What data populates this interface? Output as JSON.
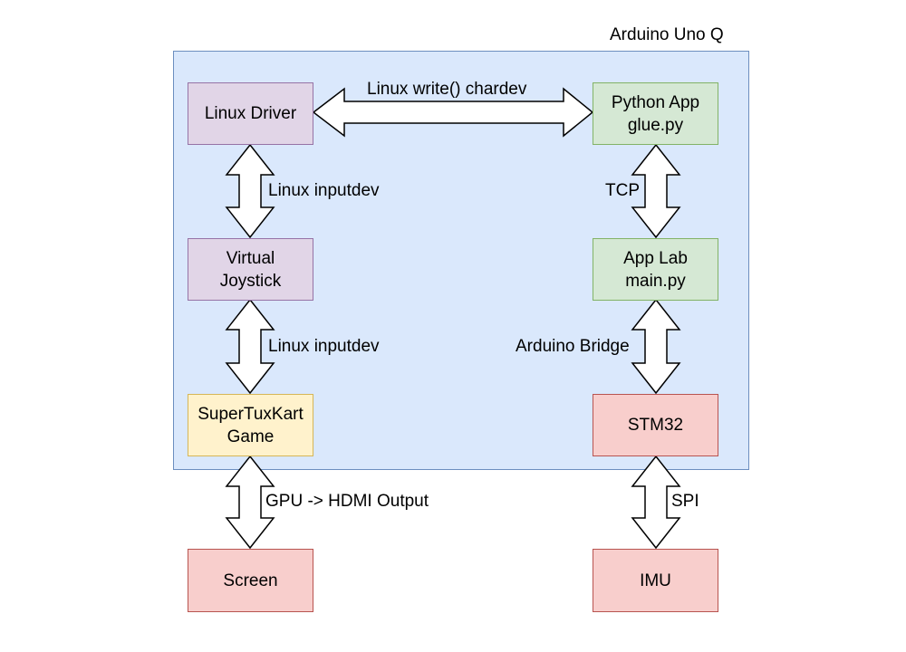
{
  "container": {
    "title": "Arduino Uno Q"
  },
  "nodes": {
    "linux_driver": {
      "lines": [
        "Linux Driver"
      ]
    },
    "virtual_joystick": {
      "lines": [
        "Virtual",
        "Joystick"
      ]
    },
    "supertuxkart": {
      "lines": [
        "SuperTuxKart",
        "Game"
      ]
    },
    "screen": {
      "lines": [
        "Screen"
      ]
    },
    "python_app": {
      "lines": [
        "Python App",
        "glue.py"
      ]
    },
    "app_lab": {
      "lines": [
        "App Lab",
        "main.py"
      ]
    },
    "stm32": {
      "lines": [
        "STM32"
      ]
    },
    "imu": {
      "lines": [
        "IMU"
      ]
    }
  },
  "edges": {
    "driver_python": "Linux write() chardev",
    "driver_joystick": "Linux inputdev",
    "joystick_game": "Linux inputdev",
    "game_screen": "GPU -> HDMI Output",
    "python_applab": "TCP",
    "applab_stm32": "Arduino Bridge",
    "stm32_imu": "SPI"
  },
  "colors": {
    "container_fill": "#dae8fc",
    "purple": "#e1d5e7",
    "green": "#d5e8d4",
    "yellow": "#fff2cc",
    "red": "#f8cecc"
  }
}
